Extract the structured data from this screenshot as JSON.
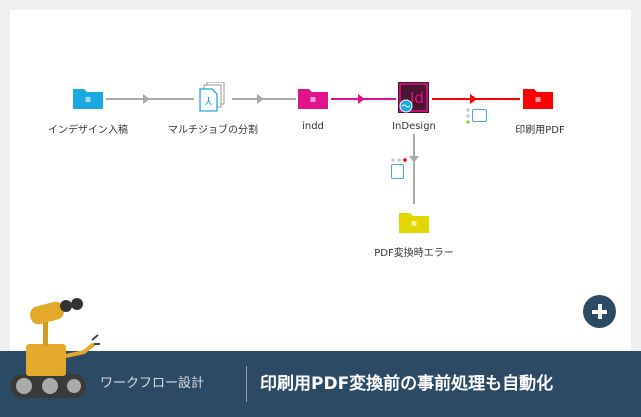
{
  "nodes": [
    {
      "label": "インデザイン入稿",
      "type": "folder",
      "color": "#1aa8e0"
    },
    {
      "label": "マルチジョブの分割",
      "type": "multi-job"
    },
    {
      "label": "indd",
      "type": "folder",
      "color": "#e0128c"
    },
    {
      "label": "InDesign",
      "type": "indesign-app"
    },
    {
      "label": "印刷用PDF",
      "type": "folder",
      "color": "#f00000"
    },
    {
      "label": "PDF変換時エラー",
      "type": "folder",
      "color": "#e2d500"
    }
  ],
  "banner": {
    "category": "ワークフロー設計",
    "title": "印刷用PDF変換前の事前処理も自動化"
  },
  "colors": {
    "banner": "#2b4a66",
    "gray_line": "#aaaaaa",
    "pink_line": "#e0128c",
    "red_line": "#f00000"
  }
}
